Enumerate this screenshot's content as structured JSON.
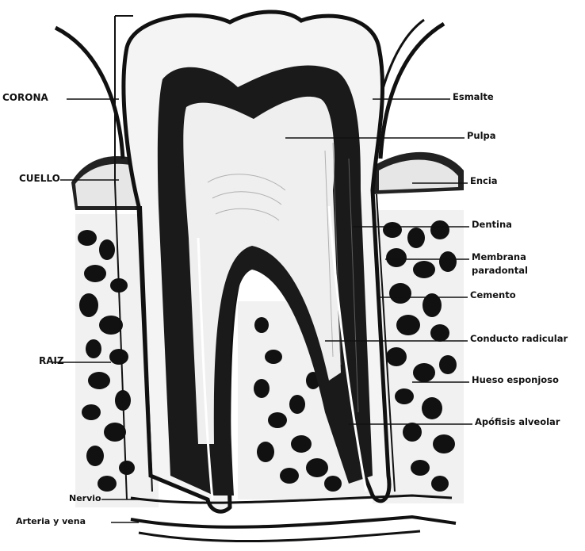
{
  "labels_left": {
    "corona": "CORONA",
    "cuello": "CUELLO",
    "raiz": "RAIZ",
    "nervio": "Nervio",
    "arteria_vena": "Arteria  y  vena"
  },
  "labels_right": {
    "esmalte": "Esmalte",
    "pulpa": "Pulpa",
    "encia": "Encia",
    "dentina": "Dentina",
    "membrana_1": "Membrana",
    "membrana_2": "paradontal",
    "cemento": "Cemento",
    "conducto": "Conducto  radicular",
    "hueso": "Hueso  esponjoso",
    "apofisis": "Apófisis  alveolar"
  },
  "colors": {
    "ink": "#111111",
    "paper": "#ffffff",
    "enamel": "#f4f4f4",
    "pulp": "#e9e9e9",
    "gum": "#d9d9d9"
  }
}
